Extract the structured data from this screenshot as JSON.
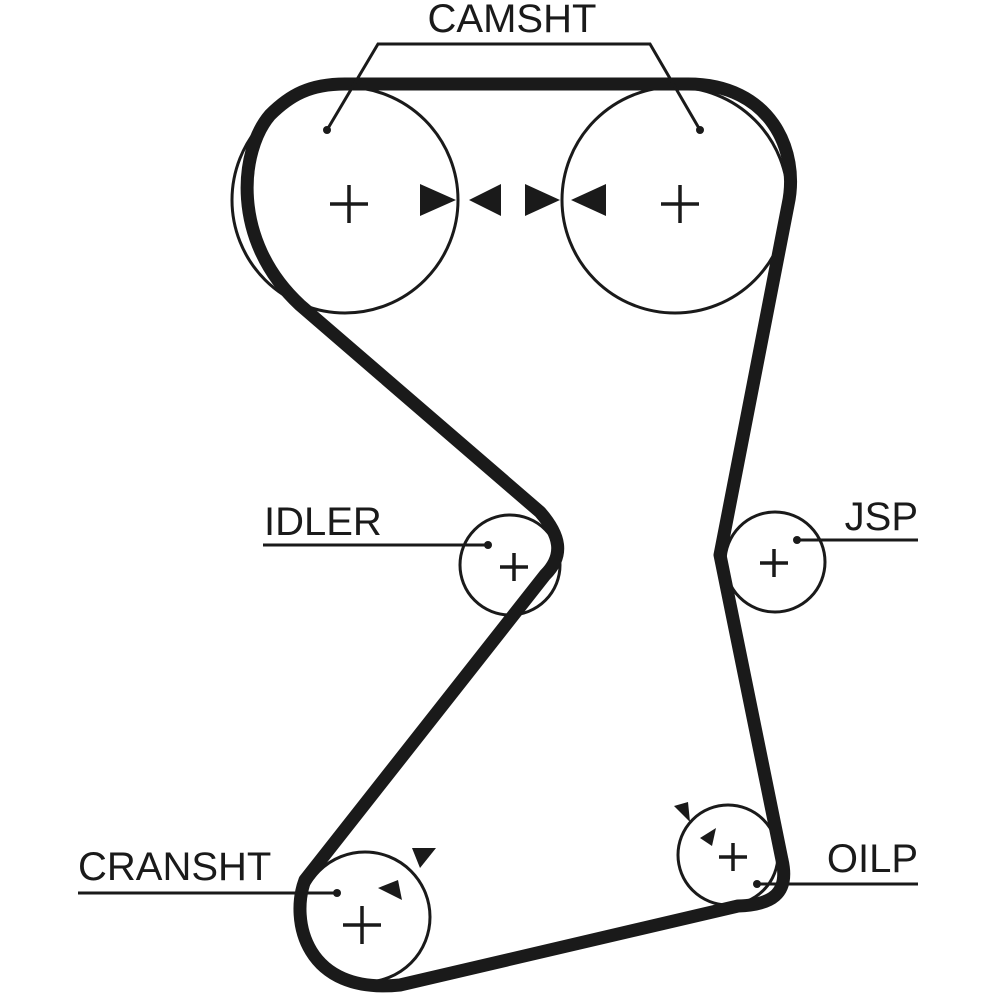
{
  "labels": {
    "camshaft": "CAMSHT",
    "idler": "IDLER",
    "jsp": "JSP",
    "crankshaft": "CRANSHT",
    "oil_pump": "OILP"
  },
  "colors": {
    "line": "#1a1a1a",
    "background": "#ffffff"
  }
}
